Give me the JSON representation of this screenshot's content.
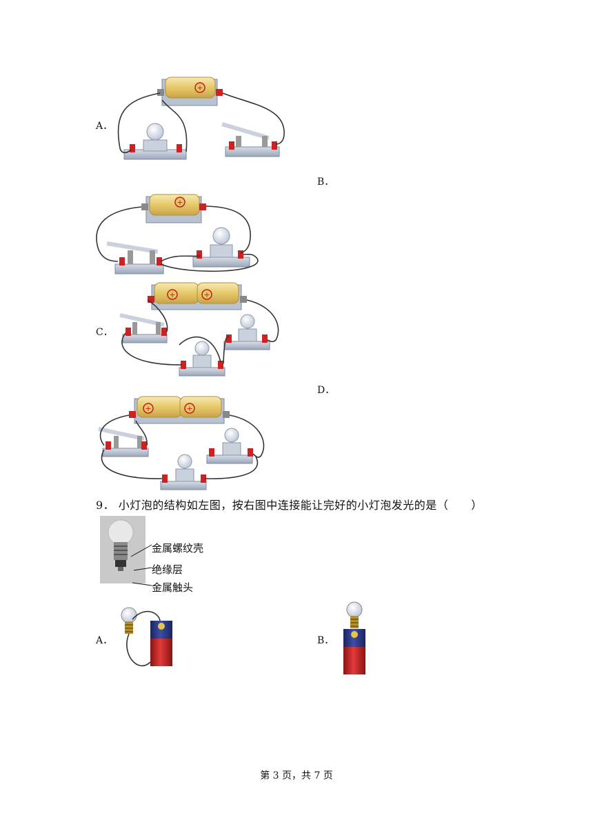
{
  "options_q8": {
    "a_label": "A．",
    "b_label": "B．",
    "c_label": "C．",
    "d_label": "D．"
  },
  "question9": {
    "number": "9．",
    "text": "小灯泡的结构如左图，按右图中连接能让完好的小灯泡发光的是（　　）",
    "figure_labels": [
      "金属螺纹壳",
      "绝缘层",
      "金属触头"
    ],
    "a_label": "A．",
    "b_label": "B．"
  },
  "footer": {
    "text": "第 3 页，共 7 页"
  },
  "colors": {
    "battery": "#e8cf7a",
    "terminal": "#cc2222",
    "base": "#aab4c6",
    "wire": "#333333",
    "cell_red": "#d02a2a",
    "cell_blue": "#2a3a8a"
  }
}
